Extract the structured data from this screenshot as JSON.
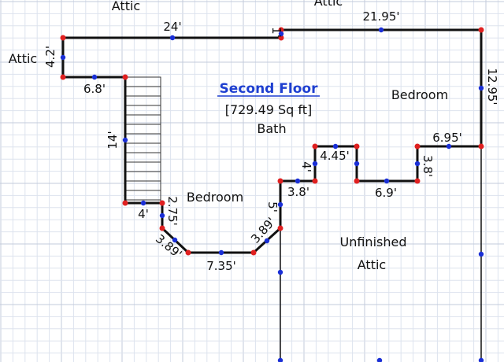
{
  "plan": {
    "title": "Second Floor",
    "area": "[729.49 Sq ft]",
    "rooms": [
      {
        "id": "attic-top-left",
        "label": "Attic"
      },
      {
        "id": "attic-top-right",
        "label": "Attic"
      },
      {
        "id": "attic-left",
        "label": "Attic"
      },
      {
        "id": "bath",
        "label": "Bath"
      },
      {
        "id": "bedroom-right",
        "label": "Bedroom"
      },
      {
        "id": "bedroom-center",
        "label": "Bedroom"
      },
      {
        "id": "unfinished",
        "label": "Unfinished"
      },
      {
        "id": "unfinished-attic",
        "label": "Attic"
      }
    ],
    "dimensions": [
      {
        "id": "dim-24",
        "label": "24'"
      },
      {
        "id": "dim-1",
        "label": "1'"
      },
      {
        "id": "dim-21-95",
        "label": "21.95'"
      },
      {
        "id": "dim-4-2",
        "label": "4.2'"
      },
      {
        "id": "dim-6-8",
        "label": "6.8'"
      },
      {
        "id": "dim-12-95",
        "label": "12.95'"
      },
      {
        "id": "dim-14",
        "label": "14'"
      },
      {
        "id": "dim-6-95",
        "label": "6.95'"
      },
      {
        "id": "dim-4-45",
        "label": "4.45'"
      },
      {
        "id": "dim-4",
        "label": "4'"
      },
      {
        "id": "dim-3-8-right",
        "label": "3.8'"
      },
      {
        "id": "dim-3-8-left",
        "label": "3.8'"
      },
      {
        "id": "dim-6-9",
        "label": "6.9'"
      },
      {
        "id": "dim-5",
        "label": "5'"
      },
      {
        "id": "dim-4-bottom",
        "label": "4'"
      },
      {
        "id": "dim-2-75",
        "label": "2.75'"
      },
      {
        "id": "dim-3-89-left",
        "label": "3.89'"
      },
      {
        "id": "dim-3-89-right",
        "label": "3.89'"
      },
      {
        "id": "dim-7-35",
        "label": "7.35'"
      }
    ]
  },
  "colors": {
    "wall": "#111111",
    "vertex": "#e02020",
    "midpoint": "#1a2fd6",
    "grid_minor": "#dde3ee",
    "grid_major": "#c3cbdb",
    "title": "#1e3fd0",
    "stairs": "#333333"
  }
}
